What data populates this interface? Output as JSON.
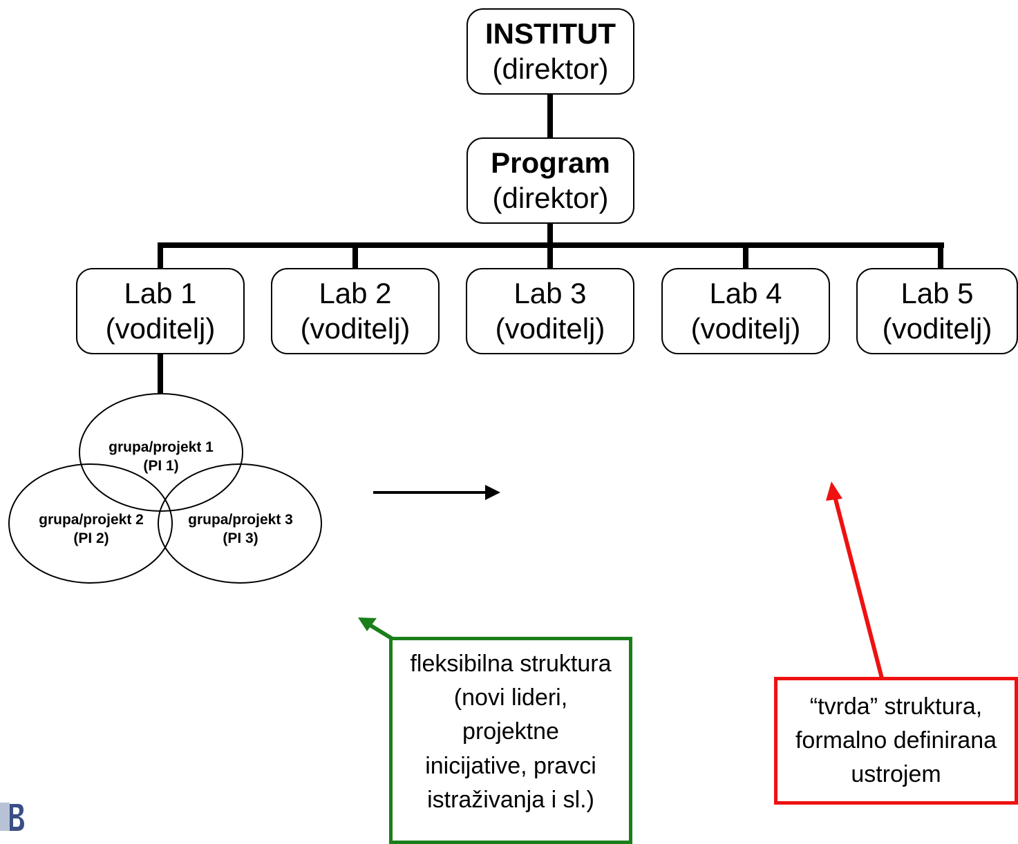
{
  "institut": {
    "title": "INSTITUT",
    "sub": "(direktor)"
  },
  "program": {
    "title": "Program",
    "sub": "(direktor)"
  },
  "labs": [
    {
      "title": "Lab 1",
      "sub": "(voditelj)"
    },
    {
      "title": "Lab 2",
      "sub": "(voditelj)"
    },
    {
      "title": "Lab 3",
      "sub": "(voditelj)"
    },
    {
      "title": "Lab 4",
      "sub": "(voditelj)"
    },
    {
      "title": "Lab 5",
      "sub": "(voditelj)"
    }
  ],
  "groups": [
    {
      "name": "grupa/projekt 1",
      "pi": "(PI 1)"
    },
    {
      "name": "grupa/projekt 2",
      "pi": "(PI 2)"
    },
    {
      "name": "grupa/projekt 3",
      "pi": "(PI 3)"
    }
  ],
  "notes": {
    "flexible": {
      "lines": [
        "fleksibilna struktura",
        "(novi lideri,",
        "projektne",
        "inicijative, pravci",
        "istraživanja i sl.)"
      ],
      "color": "#1a7f1a"
    },
    "hard": {
      "lines": [
        "“tvrda” struktura,",
        "formalno definirana",
        "ustrojem"
      ],
      "color": "#ee1111"
    }
  }
}
